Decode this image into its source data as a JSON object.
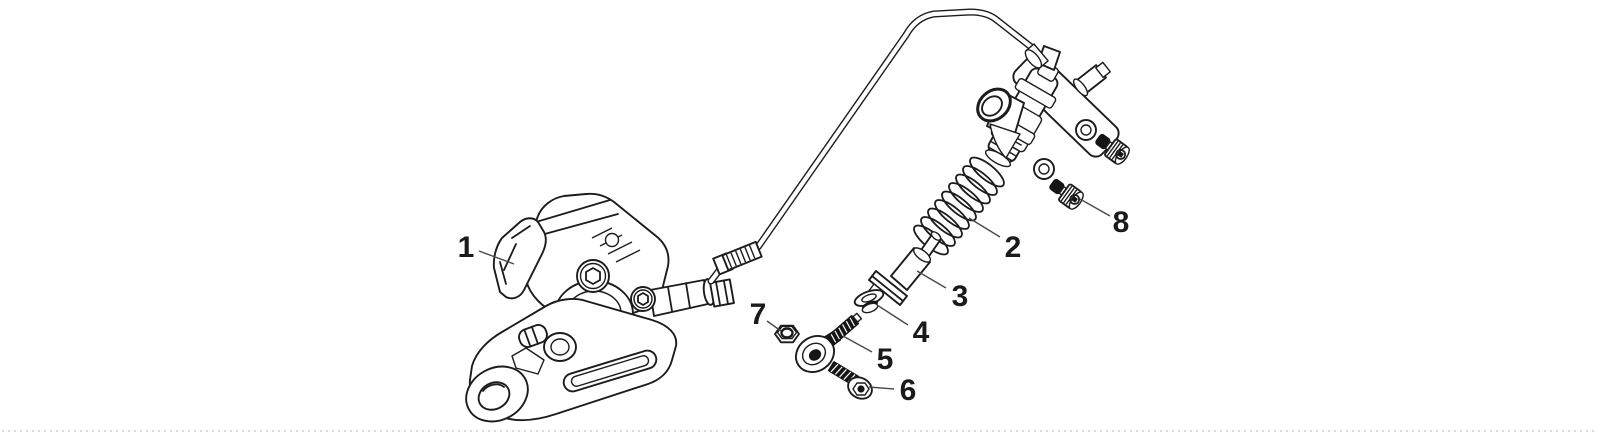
{
  "figure": {
    "background": "#ffffff",
    "line_color": "#1c1c1c",
    "leader_color": "#4a4a4a",
    "label_color": "#1a1a1a",
    "bottom_border_color": "#cfcfcf",
    "callouts": [
      {
        "num": "1"
      },
      {
        "num": "2"
      },
      {
        "num": "3"
      },
      {
        "num": "4"
      },
      {
        "num": "5"
      },
      {
        "num": "6"
      },
      {
        "num": "7"
      },
      {
        "num": "8"
      }
    ]
  }
}
